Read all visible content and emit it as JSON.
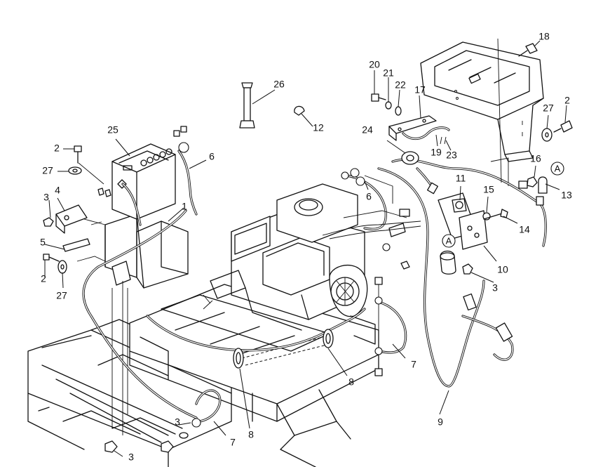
{
  "diagram": {
    "callouts": [
      {
        "id": "c26",
        "text": "26"
      },
      {
        "id": "c12",
        "text": "12"
      },
      {
        "id": "c25",
        "text": "25"
      },
      {
        "id": "c2a",
        "text": "2"
      },
      {
        "id": "c27a",
        "text": "27"
      },
      {
        "id": "c6a",
        "text": "6"
      },
      {
        "id": "c1",
        "text": "1"
      },
      {
        "id": "c3a",
        "text": "3"
      },
      {
        "id": "c4",
        "text": "4"
      },
      {
        "id": "c5",
        "text": "5"
      },
      {
        "id": "c2b",
        "text": "2"
      },
      {
        "id": "c27b",
        "text": "27"
      },
      {
        "id": "c20",
        "text": "20"
      },
      {
        "id": "c21",
        "text": "21"
      },
      {
        "id": "c22",
        "text": "22"
      },
      {
        "id": "c17",
        "text": "17"
      },
      {
        "id": "c18",
        "text": "18"
      },
      {
        "id": "c27c",
        "text": "27"
      },
      {
        "id": "c2c",
        "text": "2"
      },
      {
        "id": "c24",
        "text": "24"
      },
      {
        "id": "c19",
        "text": "19"
      },
      {
        "id": "c23",
        "text": "23"
      },
      {
        "id": "c6b",
        "text": "6"
      },
      {
        "id": "c11",
        "text": "11"
      },
      {
        "id": "c15",
        "text": "15"
      },
      {
        "id": "c16",
        "text": "16"
      },
      {
        "id": "c13",
        "text": "13"
      },
      {
        "id": "c14",
        "text": "14"
      },
      {
        "id": "c10",
        "text": "10"
      },
      {
        "id": "c3b",
        "text": "3"
      },
      {
        "id": "c7a",
        "text": "7"
      },
      {
        "id": "c8a",
        "text": "8"
      },
      {
        "id": "c8b",
        "text": "8"
      },
      {
        "id": "c9",
        "text": "9"
      },
      {
        "id": "c3c",
        "text": "3"
      },
      {
        "id": "c7b",
        "text": "7"
      },
      {
        "id": "c3d",
        "text": "3"
      }
    ],
    "ref_markers": [
      {
        "id": "ra1",
        "text": "A"
      },
      {
        "id": "ra2",
        "text": "A"
      }
    ]
  }
}
